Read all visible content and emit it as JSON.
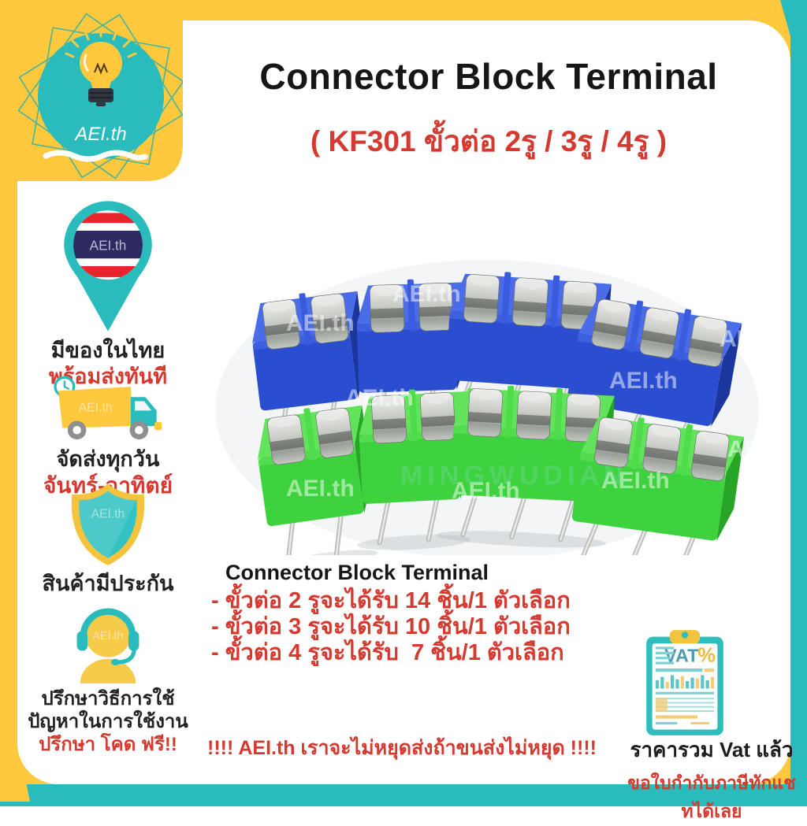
{
  "brand": {
    "name": "AEI.th"
  },
  "header": {
    "title": "Connector Block Terminal",
    "subtitle": "( KF301 ขั้วต่อ 2รู / 3รู / 4รู )"
  },
  "sidebar": {
    "items": [
      {
        "icon": "thailand-flag-pin-icon",
        "badge": "AEI.th",
        "line1": "มีของในไทย",
        "line2": "พร้อมส่งทันที"
      },
      {
        "icon": "delivery-truck-icon",
        "line1": "จัดส่งทุกวัน",
        "line2": "จันทร์-อาทิตย์"
      },
      {
        "icon": "warranty-shield-icon",
        "badge": "AEI.th",
        "line1": "สินค้ามีประกัน"
      },
      {
        "icon": "support-headset-icon",
        "line1": "ปรึกษาวิธีการใช้",
        "line2": "ปัญหาในการใช้งาน",
        "line3": "ปรึกษา โคด ฟรี!!"
      }
    ]
  },
  "photo": {
    "watermark": "AEI.th",
    "watermark2": "MINGWUDIAN",
    "blocks": [
      {
        "row": "top",
        "color": "blue",
        "pins": 2
      },
      {
        "row": "top",
        "color": "blue",
        "pins": 2
      },
      {
        "row": "top",
        "color": "blue",
        "pins": 3
      },
      {
        "row": "top",
        "color": "blue",
        "pins": 3
      },
      {
        "row": "bottom",
        "color": "green",
        "pins": 2
      },
      {
        "row": "bottom",
        "color": "green",
        "pins": 2
      },
      {
        "row": "bottom",
        "color": "green",
        "pins": 3
      },
      {
        "row": "bottom",
        "color": "green",
        "pins": 3
      }
    ]
  },
  "description": {
    "title": "Connector Block Terminal",
    "items": [
      "- ขั้วต่อ 2 รูจะได้รับ 14 ชิ้น/1 ตัวเลือก",
      "- ขั้วต่อ 3 รูจะได้รับ 10 ชิ้น/1 ตัวเลือก",
      "- ขั้วต่อ 4 รูจะได้รับ  7 ชิ้น/1 ตัวเลือก"
    ]
  },
  "footer": {
    "slogan": "!!!!  AEI.th เราจะไม่หยุดส่งถ้าขนส่งไม่หยุด  !!!!"
  },
  "vat": {
    "icon_label": "VAT",
    "percent": "%",
    "line1": "ราคารวม Vat แล้ว",
    "line2": "ขอใบกำกับภาษีทักแชทได้เลย"
  },
  "colors": {
    "frame_yellow": "#ffc83d",
    "frame_teal": "#2abcbc",
    "accent_red": "#d43a30",
    "flag_red": "#e8242c",
    "flag_navy": "#2e2a62",
    "block_blue": "#2b4ed0",
    "block_green": "#3fd23f"
  }
}
